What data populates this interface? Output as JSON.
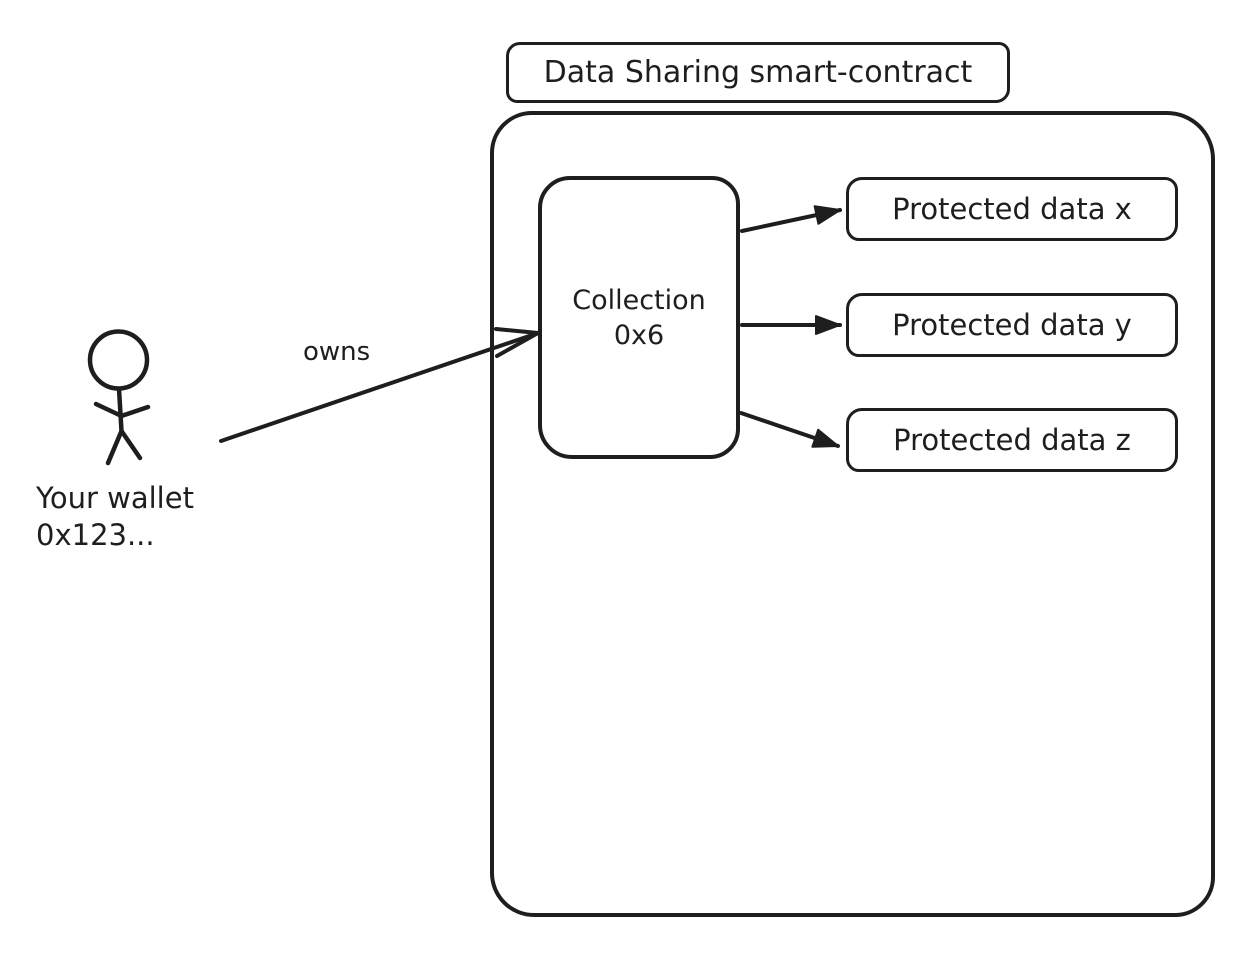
{
  "diagram": {
    "title": "Data Sharing smart-contract",
    "actor": {
      "label_line1": "Your wallet",
      "label_line2": "0x123..."
    },
    "edges": {
      "owns_label": "owns"
    },
    "collection": {
      "label_line1": "Collection",
      "label_line2": "0x6"
    },
    "protected_data_nodes": [
      {
        "label": "Protected data x"
      },
      {
        "label": "Protected data y"
      },
      {
        "label": "Protected data z"
      }
    ],
    "colors": {
      "stroke": "#1e1e1e",
      "background": "#ffffff"
    }
  }
}
